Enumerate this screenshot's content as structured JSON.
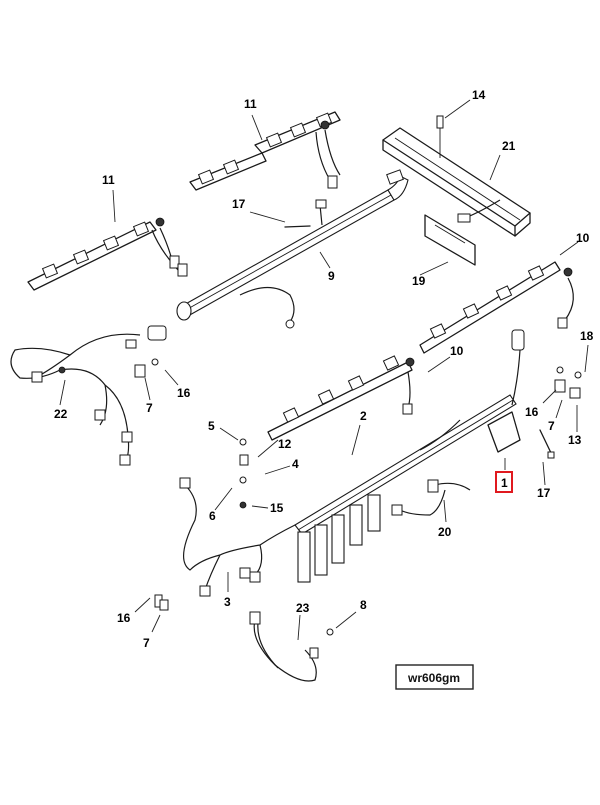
{
  "figure_code": "wr606gm",
  "highlighted_callout": "1",
  "colors": {
    "line": "#1a1a1a",
    "highlight": "#e0191f",
    "background": "#ffffff"
  },
  "callouts": [
    {
      "id": "c11a",
      "label": "11"
    },
    {
      "id": "c11b",
      "label": "11"
    },
    {
      "id": "c14",
      "label": "14"
    },
    {
      "id": "c21",
      "label": "21"
    },
    {
      "id": "c17a",
      "label": "17"
    },
    {
      "id": "c9",
      "label": "9"
    },
    {
      "id": "c10a",
      "label": "10"
    },
    {
      "id": "c19",
      "label": "19"
    },
    {
      "id": "c18",
      "label": "18"
    },
    {
      "id": "c10b",
      "label": "10"
    },
    {
      "id": "c22",
      "label": "22"
    },
    {
      "id": "c7a",
      "label": "7"
    },
    {
      "id": "c16a",
      "label": "16"
    },
    {
      "id": "c16b",
      "label": "16"
    },
    {
      "id": "c7b",
      "label": "7"
    },
    {
      "id": "c13",
      "label": "13"
    },
    {
      "id": "c5",
      "label": "5"
    },
    {
      "id": "c2",
      "label": "2"
    },
    {
      "id": "c12",
      "label": "12"
    },
    {
      "id": "c4",
      "label": "4"
    },
    {
      "id": "c1",
      "label": "1"
    },
    {
      "id": "c17b",
      "label": "17"
    },
    {
      "id": "c6",
      "label": "6"
    },
    {
      "id": "c15",
      "label": "15"
    },
    {
      "id": "c20",
      "label": "20"
    },
    {
      "id": "c3",
      "label": "3"
    },
    {
      "id": "c16c",
      "label": "16"
    },
    {
      "id": "c7c",
      "label": "7"
    },
    {
      "id": "c23",
      "label": "23"
    },
    {
      "id": "c8",
      "label": "8"
    }
  ]
}
